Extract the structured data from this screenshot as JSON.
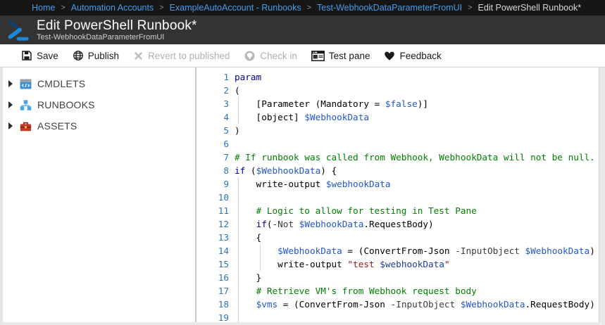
{
  "breadcrumb": {
    "items": [
      "Home",
      "Automation Accounts",
      "ExampleAutoAccount - Runbooks",
      "Test-WebhookDataParameterFromUI"
    ],
    "current": "Edit PowerShell Runbook*",
    "separator": ">"
  },
  "header": {
    "title": "Edit PowerShell Runbook*",
    "subtitle": "Test-WebhookDataParameterFromUI",
    "icon": "powershell-chevron-icon"
  },
  "toolbar": {
    "buttons": [
      {
        "label": "Save",
        "icon": "save-icon",
        "enabled": true
      },
      {
        "label": "Publish",
        "icon": "publish-globe-icon",
        "enabled": true
      },
      {
        "label": "Revert to published",
        "icon": "revert-x-icon",
        "enabled": false
      },
      {
        "label": "Check in",
        "icon": "check-in-icon",
        "enabled": false
      },
      {
        "label": "Test pane",
        "icon": "test-pane-icon",
        "enabled": true
      },
      {
        "label": "Feedback",
        "icon": "feedback-heart-icon",
        "enabled": true
      }
    ]
  },
  "sidebar": {
    "items": [
      {
        "label": "CMDLETS",
        "icon": "cmdlets-code-icon"
      },
      {
        "label": "RUNBOOKS",
        "icon": "runbooks-hierarchy-icon"
      },
      {
        "label": "ASSETS",
        "icon": "assets-toolbox-icon"
      }
    ]
  },
  "editor": {
    "language": "PowerShell",
    "lines": [
      {
        "n": 1,
        "segs": [
          {
            "c": "kw",
            "t": "param"
          }
        ]
      },
      {
        "n": 2,
        "segs": [
          {
            "c": "pl",
            "t": "("
          }
        ]
      },
      {
        "n": 3,
        "segs": [
          {
            "c": "pl",
            "t": "    [Parameter (Mandatory = "
          },
          {
            "c": "var",
            "t": "$false"
          },
          {
            "c": "pl",
            "t": ")]"
          }
        ]
      },
      {
        "n": 4,
        "segs": [
          {
            "c": "pl",
            "t": "    [object] "
          },
          {
            "c": "var",
            "t": "$WebhookData"
          }
        ]
      },
      {
        "n": 5,
        "segs": [
          {
            "c": "pl",
            "t": ")"
          }
        ]
      },
      {
        "n": 6,
        "segs": []
      },
      {
        "n": 7,
        "segs": [
          {
            "c": "cm",
            "t": "# If runbook was called from Webhook, WebhookData will not be null."
          }
        ]
      },
      {
        "n": 8,
        "segs": [
          {
            "c": "kw",
            "t": "if"
          },
          {
            "c": "pl",
            "t": " ("
          },
          {
            "c": "var",
            "t": "$WebhookData"
          },
          {
            "c": "pl",
            "t": ") {"
          }
        ]
      },
      {
        "n": 9,
        "segs": [
          {
            "c": "pl",
            "t": "    write-output "
          },
          {
            "c": "var",
            "t": "$webhookData"
          }
        ]
      },
      {
        "n": 10,
        "segs": []
      },
      {
        "n": 11,
        "segs": [
          {
            "c": "pl",
            "t": "    "
          },
          {
            "c": "cm",
            "t": "# Logic to allow for testing in Test Pane"
          }
        ]
      },
      {
        "n": 12,
        "segs": [
          {
            "c": "pl",
            "t": "    "
          },
          {
            "c": "kw",
            "t": "if"
          },
          {
            "c": "pl",
            "t": "("
          },
          {
            "c": "op",
            "t": "-Not"
          },
          {
            "c": "pl",
            "t": " "
          },
          {
            "c": "var",
            "t": "$WebhookData"
          },
          {
            "c": "pl",
            "t": ".RequestBody)"
          }
        ]
      },
      {
        "n": 13,
        "segs": [
          {
            "c": "pl",
            "t": "    {"
          }
        ]
      },
      {
        "n": 14,
        "segs": [
          {
            "c": "pl",
            "t": "        "
          },
          {
            "c": "var",
            "t": "$WebhookData"
          },
          {
            "c": "pl",
            "t": " = (ConvertFrom-Json "
          },
          {
            "c": "op",
            "t": "-InputObject"
          },
          {
            "c": "pl",
            "t": " "
          },
          {
            "c": "var",
            "t": "$WebhookData"
          },
          {
            "c": "pl",
            "t": ")"
          }
        ]
      },
      {
        "n": 15,
        "segs": [
          {
            "c": "pl",
            "t": "        write-output "
          },
          {
            "c": "str",
            "t": "\"test "
          },
          {
            "c": "svar",
            "t": "$webhookData"
          },
          {
            "c": "str",
            "t": "\""
          }
        ]
      },
      {
        "n": 16,
        "segs": [
          {
            "c": "pl",
            "t": "    }"
          }
        ]
      },
      {
        "n": 17,
        "segs": [
          {
            "c": "pl",
            "t": "    "
          },
          {
            "c": "cm",
            "t": "# Retrieve VM's from Webhook request body"
          }
        ]
      },
      {
        "n": 18,
        "segs": [
          {
            "c": "pl",
            "t": "    "
          },
          {
            "c": "var",
            "t": "$vms"
          },
          {
            "c": "pl",
            "t": " = (ConvertFrom-Json "
          },
          {
            "c": "op",
            "t": "-InputObject"
          },
          {
            "c": "pl",
            "t": " "
          },
          {
            "c": "var",
            "t": "$WebhookData"
          },
          {
            "c": "pl",
            "t": ".RequestBody)"
          }
        ]
      },
      {
        "n": 19,
        "segs": []
      }
    ],
    "indent_guides": [
      {
        "level": 0,
        "from": 3,
        "to": 4
      },
      {
        "level": 0,
        "from": 9,
        "to": 19
      },
      {
        "level": 1,
        "from": 14,
        "to": 15
      }
    ]
  },
  "colors": {
    "breadcrumb_link": "#459ce7",
    "title_bar": "#333333",
    "breadcrumb_bar": "#161616",
    "accent_blue": "#1e87d5",
    "keyword": "#00008b",
    "variable": "#2457c5",
    "string_variable": "#1f3d99",
    "comment": "#008000",
    "string": "#a31515",
    "parameter": "#3b3b3b",
    "line_number": "#2e75b5"
  }
}
